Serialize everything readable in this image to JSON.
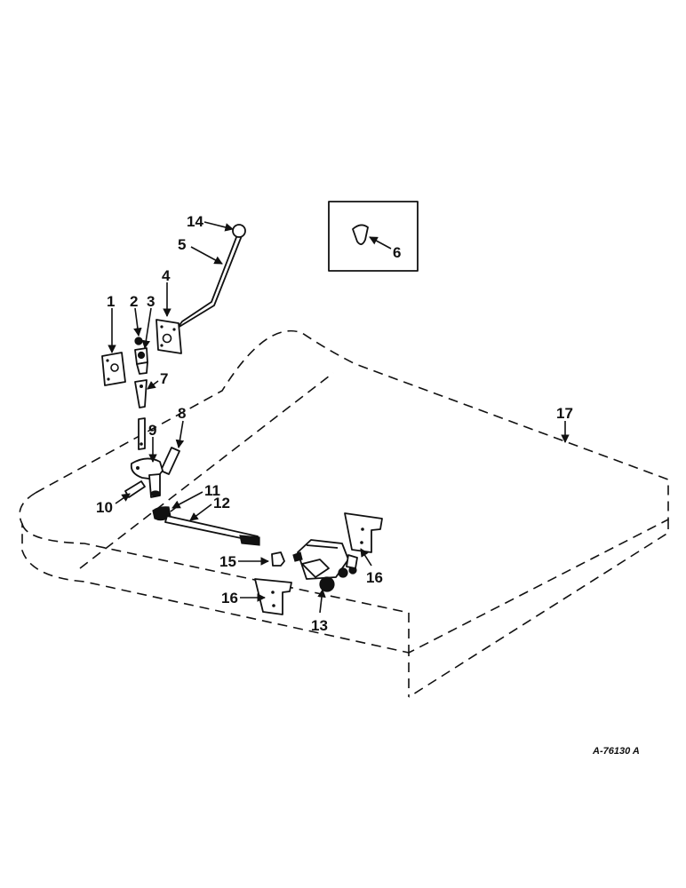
{
  "diagram": {
    "callouts": {
      "c1": "1",
      "c2": "2",
      "c3": "3",
      "c4": "4",
      "c5": "5",
      "c6": "6",
      "c7": "7",
      "c8": "8",
      "c9": "9",
      "c10": "10",
      "c11": "11",
      "c12": "12",
      "c13": "13",
      "c14": "14",
      "c15": "15",
      "c16a": "16",
      "c16b": "16",
      "c17": "17"
    },
    "drawing_code": "A-76130 A"
  }
}
